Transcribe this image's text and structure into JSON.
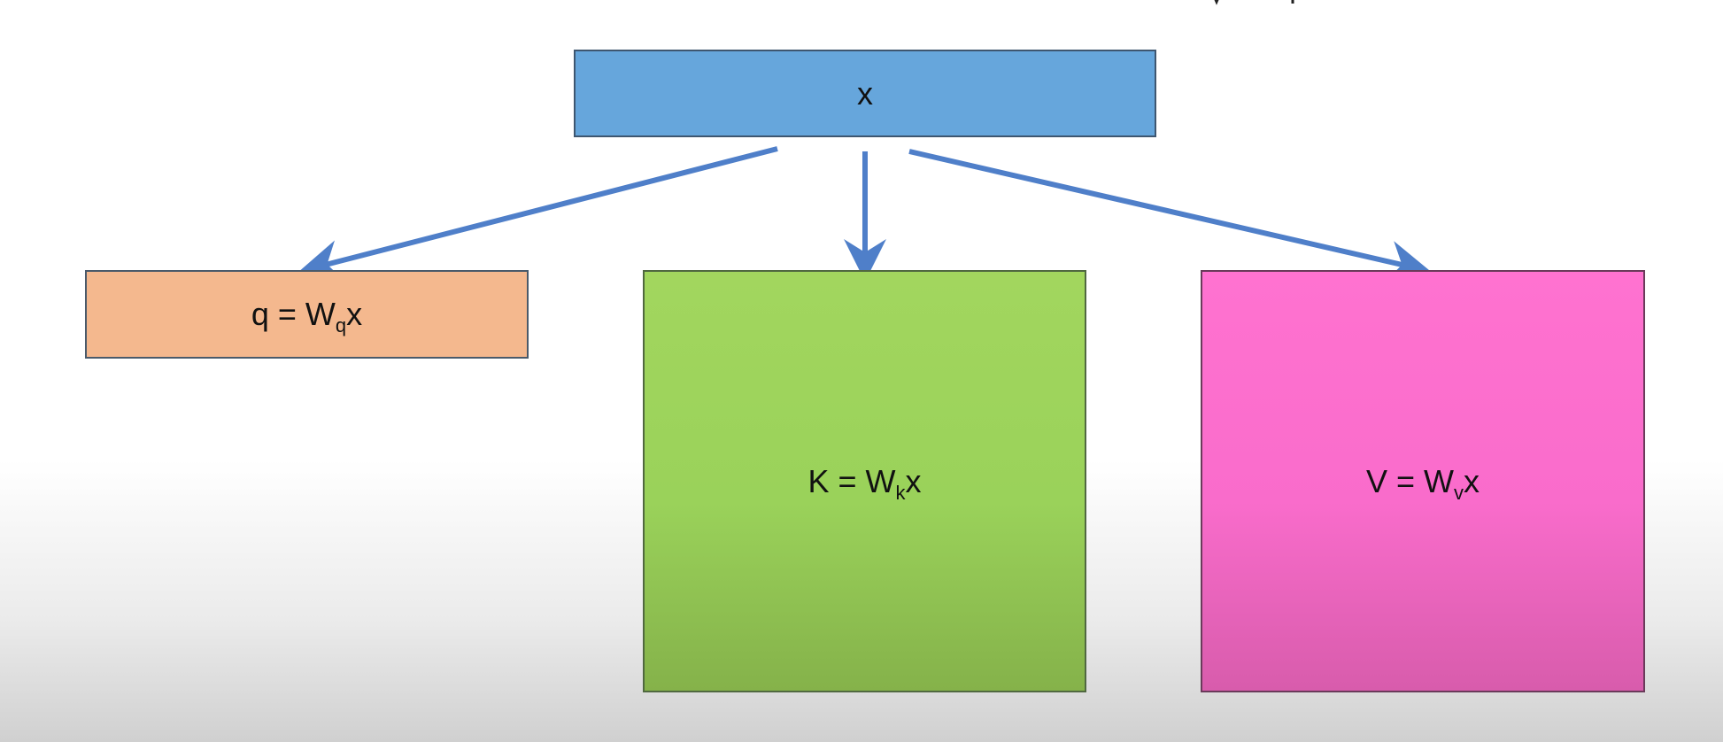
{
  "diagram": {
    "input": {
      "label": "x",
      "color": "#66a6dc"
    },
    "outputs": [
      {
        "id": "q",
        "prefix": "q = W",
        "subscript": "q",
        "suffix": "x",
        "color": "#f4b88e"
      },
      {
        "id": "k",
        "prefix": "K = W",
        "subscript": "k",
        "suffix": "x",
        "color": "#9ad25a"
      },
      {
        "id": "v",
        "prefix": "V = W",
        "subscript": "v",
        "suffix": "x",
        "color": "#ff72d0"
      }
    ],
    "arrow_color": "#4f7fc9"
  }
}
